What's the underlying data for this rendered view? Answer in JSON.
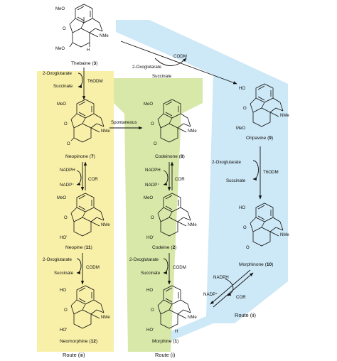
{
  "panels": {
    "route_iii": {
      "label": "Route (iii)",
      "color": "#f8f0a8"
    },
    "route_i": {
      "label": "Route (i)",
      "color": "#d8e8a8"
    },
    "route_ii": {
      "label": "Route (ii)",
      "color": "#cde8f6"
    }
  },
  "compounds": {
    "thebaine": {
      "name": "Thebaine",
      "num": "3"
    },
    "neopinone": {
      "name": "Neopinone",
      "num": "7"
    },
    "codeinone": {
      "name": "Codeinone",
      "num": "8"
    },
    "oripavine": {
      "name": "Oripavine",
      "num": "9"
    },
    "neopine": {
      "name": "Neopine",
      "num": "11"
    },
    "codeine": {
      "name": "Codeine",
      "num": "2"
    },
    "morphinone": {
      "name": "Morphinone",
      "num": "10"
    },
    "neomorphine": {
      "name": "Neomorphine",
      "num": "12"
    },
    "morphine": {
      "name": "Morphine",
      "num": "1"
    }
  },
  "reactions": {
    "thebaine_to_neopinone": {
      "cosubstrate": "2-Oxoglutarate",
      "coproduct": "Succinate",
      "enzyme": "T6ODM"
    },
    "thebaine_to_oripavine": {
      "cosubstrate": "2-Oxoglutarate",
      "coproduct": "Succinate",
      "enzyme": "CODM"
    },
    "neopinone_to_codeinone": {
      "label": "Spontaneous"
    },
    "neopinone_neopine": {
      "cofactor": "NADPH",
      "cofactor_ox": "NADP⁺",
      "enzyme": "COR"
    },
    "codeinone_codeine": {
      "cofactor": "NADPH",
      "cofactor_ox": "NADP⁺",
      "enzyme": "COR"
    },
    "oripavine_to_morphinone": {
      "cosubstrate": "2-Oxoglutarate",
      "coproduct": "Succinate",
      "enzyme": "T6ODM"
    },
    "neopine_to_neomorphine": {
      "cosubstrate": "2-Oxoglutarate",
      "coproduct": "Succinate",
      "enzyme": "CODM"
    },
    "codeine_to_morphine": {
      "cosubstrate": "2-Oxoglutarate",
      "coproduct": "Succinate",
      "enzyme": "CODM"
    },
    "morphinone_morphine": {
      "cofactor": "NADPH",
      "cofactor_ox": "NADP⁺",
      "enzyme": "COR"
    }
  },
  "atoms": {
    "methoxy": "MeO",
    "hydroxy": "HO",
    "oxygen": "O",
    "nitrogen_methyl": "NMe",
    "hydrogen": "H",
    "alcohol": "HO'"
  }
}
